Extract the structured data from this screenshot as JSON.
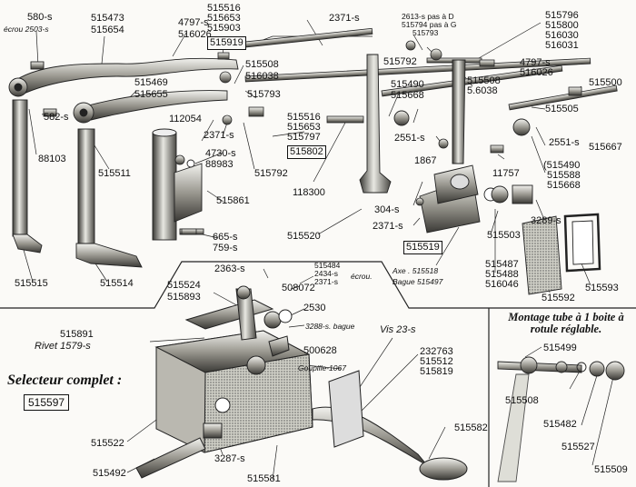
{
  "labels": {
    "p580s": "580-s",
    "ecrou2503": "écrou 2503-s",
    "p515473": "515473",
    "p515654": "515654",
    "p4797s_a": "4797-s",
    "p516026_a": "516026",
    "g1": [
      "515516",
      "515653",
      "515903",
      "515919"
    ],
    "p2371s_top": "2371-s",
    "g2": [
      "2613-s pas à D",
      "515794 pas à G",
      "515793"
    ],
    "g3": [
      "515796",
      "515800",
      "516030",
      "516031"
    ],
    "p515508_a": "515508",
    "p516038_a": "516038",
    "p515792_a": "515792",
    "p4797s_b": "4797-s",
    "p516026_b": "516026",
    "p515469": "515469",
    "p515655": "515655",
    "p515793_b": "515793",
    "p515490_a": "515490",
    "p515668_a": "515668",
    "p515508_b": "515508",
    "p516038_b": "5.6038",
    "p515500": "515500",
    "p582s": "582-s",
    "p112054": "112054",
    "p2371s_b": "2371-s",
    "p4730s": "4730-s",
    "p88983": "88983",
    "g4": [
      "515516",
      "515653",
      "515797",
      "515802"
    ],
    "p2551s_a": "2551-s",
    "p515505": "515505",
    "p88103": "88103",
    "p515511": "515511",
    "p1867": "1867",
    "p2551s_b": "2551-s",
    "p515667": "515667",
    "p515792_b": "515792",
    "p118300": "118300",
    "p11757": "11757",
    "g5": [
      "(515490",
      "515588",
      "515668"
    ],
    "p515861": "515861",
    "p304s": "304-s",
    "p2371s_c": "2371-s",
    "p665s": "665-s",
    "p759s": "759-s",
    "p515520": "515520",
    "p515519": "515519",
    "p515503": "515503",
    "p3289s": "3289-s",
    "p515515": "515515",
    "p515514": "515514",
    "axe": "Axe . 515518",
    "bague": "Bague 515497",
    "g6": [
      "515487",
      "515488",
      "516046"
    ],
    "p515592": "515592",
    "p515593": "515593",
    "p2363s": "2363-s",
    "g7": [
      "515484",
      "2434-s",
      "2371-s"
    ],
    "ecrou_b": "écrou.",
    "p515524": "515524",
    "p515893": "515893",
    "p508072": "508072",
    "p2530": "2530",
    "p515891": "515891",
    "rivet": "Rivet 1579-s",
    "p3288s": "3288-s. bague",
    "p500628": "500628",
    "goupille": "Goupille-1067",
    "vis": "Vis 23-s",
    "g8": [
      "232763",
      "515512",
      "515819"
    ],
    "p515499": "515499",
    "p515508_c": "515508",
    "p515482": "515482",
    "p515527": "515527",
    "p515509": "515509",
    "p515522": "515522",
    "p515582": "515582",
    "p3287s": "3287-s",
    "p515492": "515492",
    "p515581": "515581"
  },
  "selector": {
    "title": "Selecteur complet :",
    "part": "515597"
  },
  "mounting": {
    "title": "Montage tube à 1 boite à rotule réglable."
  }
}
